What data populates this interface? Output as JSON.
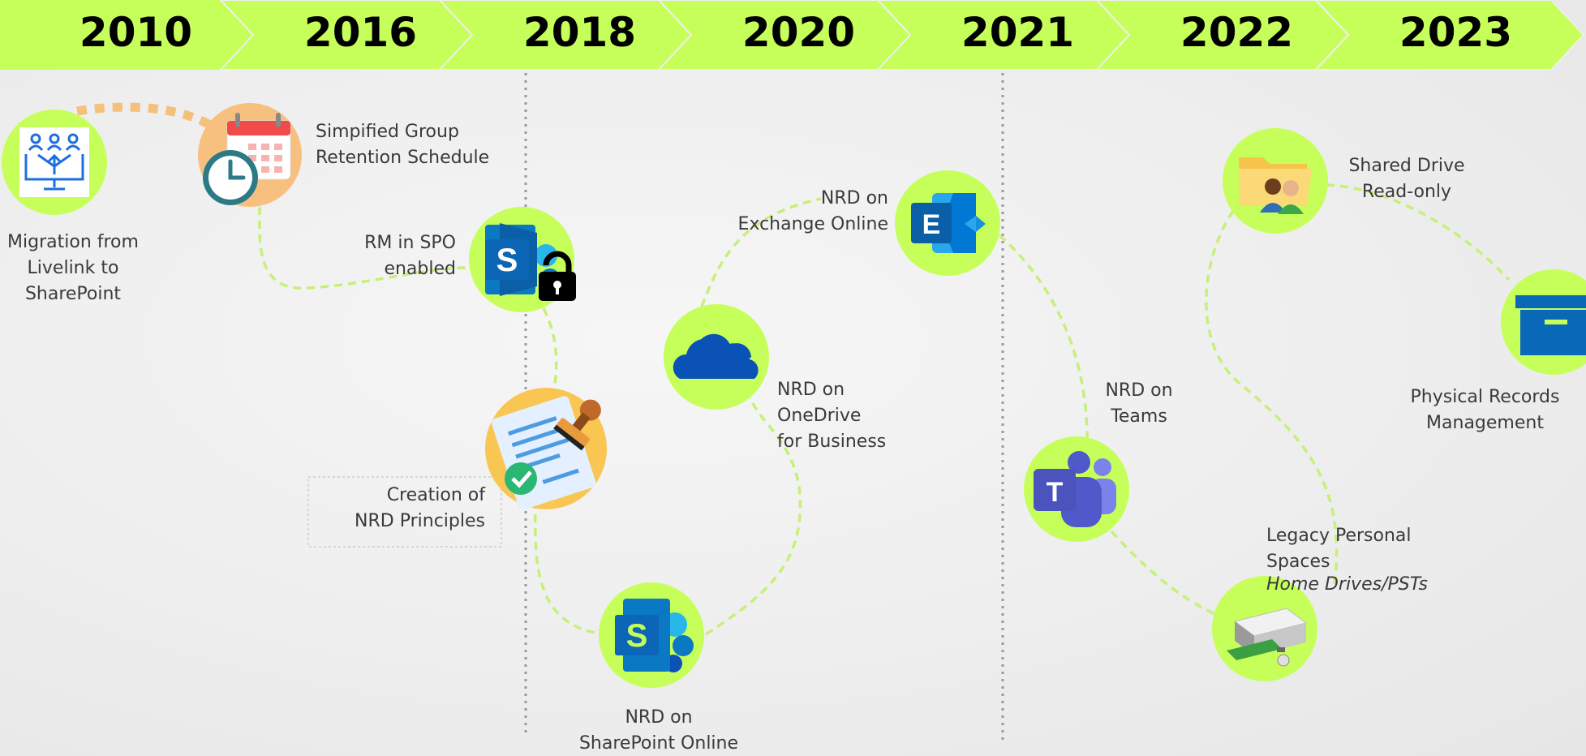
{
  "timeline": {
    "years": [
      "2010",
      "2016",
      "2018",
      "2020",
      "2021",
      "2022",
      "2023"
    ]
  },
  "milestones": {
    "migration": [
      "Migration from",
      "Livelink to",
      "SharePoint"
    ],
    "retention": [
      "Simpified Group",
      "Retention Schedule"
    ],
    "rm_spo": [
      "RM in SPO",
      "enabled"
    ],
    "principles": [
      "Creation of",
      "NRD Principles"
    ],
    "spo": [
      "NRD on",
      "SharePoint Online"
    ],
    "onedrive": [
      "NRD on",
      "OneDrive",
      "for Business"
    ],
    "exchange": [
      "NRD on",
      "Exchange Online"
    ],
    "teams": [
      "NRD on",
      "Teams"
    ],
    "shared_drive": [
      "Shared Drive",
      "Read-only"
    ],
    "legacy": [
      "Legacy Personal",
      "Spaces",
      "Home Drives/PSTs"
    ],
    "physical": [
      "Physical Records",
      "Management"
    ]
  },
  "icon_letters": {
    "sharepoint": "S",
    "exchange": "E",
    "teams": "T"
  },
  "colors": {
    "banner": "#c6ff5a",
    "node": "#c6ff5a",
    "path": "#c6f07a",
    "dots": "#f5c07a",
    "sharepoint": "#0a78c2",
    "onedrive": "#0a52b5",
    "teams": "#4b53bc",
    "archive": "#0969b8"
  }
}
